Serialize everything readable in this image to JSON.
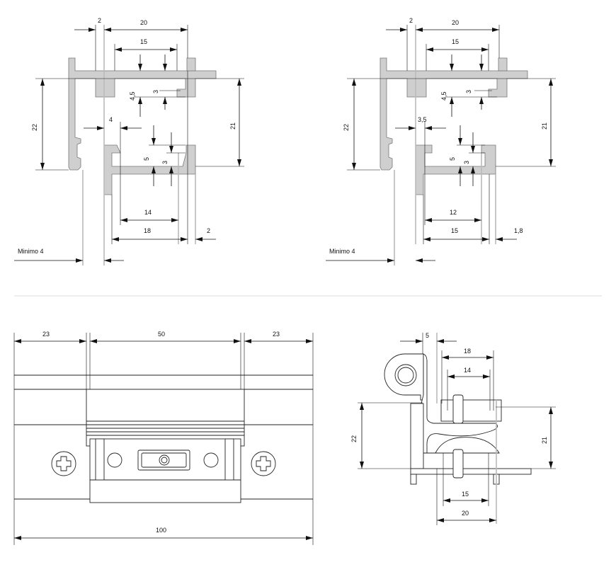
{
  "panel_top_left": {
    "dims": {
      "gap_top": "2",
      "width_20": "20",
      "width_15": "15",
      "h_45": "4,5",
      "h_3_top": "3",
      "gap_4": "4",
      "h_5": "5",
      "h_3_bottom": "3",
      "height_22": "22",
      "height_21": "21",
      "width_14": "14",
      "width_18": "18",
      "gap_2": "2"
    },
    "minimum_label": "Minimo 4"
  },
  "panel_top_right": {
    "dims": {
      "gap_top": "2",
      "width_20": "20",
      "width_15": "15",
      "h_45": "4,5",
      "h_3_top": "3",
      "gap_4": "3,5",
      "h_5": "5",
      "h_3_bottom": "3",
      "height_22": "22",
      "height_21": "21",
      "width_14": "12",
      "width_18": "15",
      "gap_2": "1,8"
    },
    "minimum_label": "Minimo 4"
  },
  "panel_front": {
    "left": "23",
    "middle": "50",
    "right": "23",
    "total": "100"
  },
  "panel_section": {
    "gap": "5",
    "w18": "18",
    "w14": "14",
    "h22": "22",
    "h21": "21",
    "w15": "15",
    "w20": "20"
  }
}
